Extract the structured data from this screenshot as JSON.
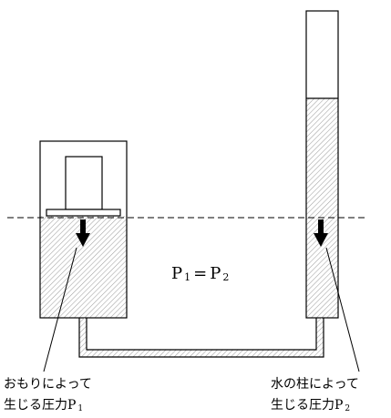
{
  "equation": {
    "p1": "P",
    "p1_sub": "1",
    "eq": "=",
    "p2": "P",
    "p2_sub": "2"
  },
  "left_label": {
    "line1": "おもりによって",
    "line2": "生じる圧力P",
    "sub": "1"
  },
  "right_label": {
    "line1": "水の柱によって",
    "line2": "生じる圧力P",
    "sub": "2"
  },
  "colors": {
    "line": "#000000",
    "water_hatch": "#9a9a9a",
    "background": "#ffffff"
  }
}
